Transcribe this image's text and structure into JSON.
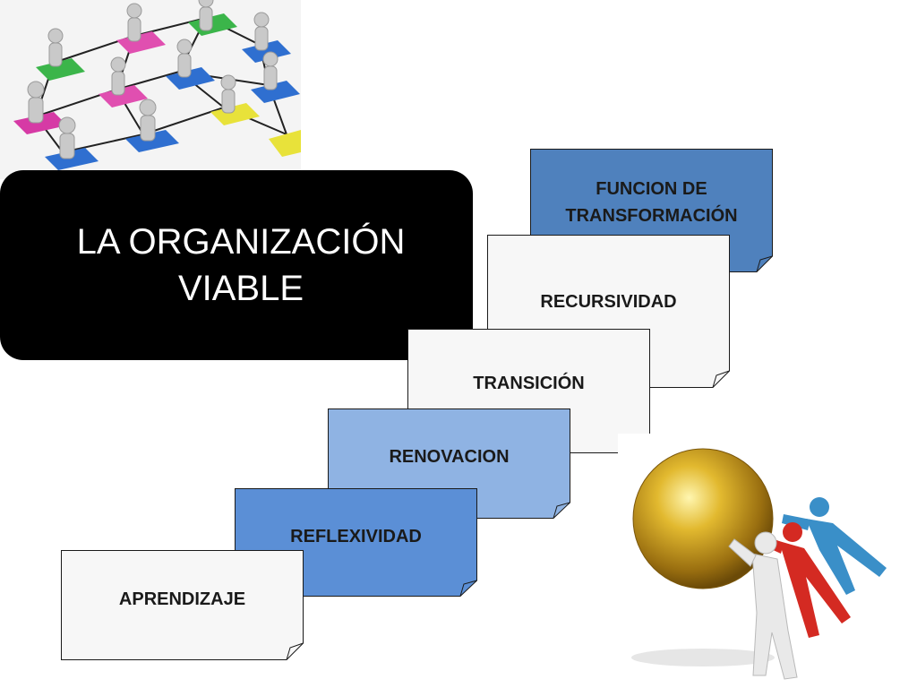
{
  "title": {
    "line1": "LA ORGANIZACIÓN",
    "line2": "VIABLE"
  },
  "steps": [
    {
      "id": "aprendizaje",
      "label": "APRENDIZAJE",
      "fill": "#f7f7f7"
    },
    {
      "id": "reflexividad",
      "label": "REFLEXIVIDAD",
      "fill": "#5b8fd6"
    },
    {
      "id": "renovacion",
      "label": "RENOVACION",
      "fill": "#8fb3e3"
    },
    {
      "id": "transicion",
      "label": "TRANSICIÓN",
      "fill": "#f7f7f7"
    },
    {
      "id": "recursividad",
      "label": "RECURSIVIDAD",
      "fill": "#f7f7f7"
    },
    {
      "id": "funcion",
      "label_line1": "FUNCION DE",
      "label_line2": "TRANSFORMACIÓN",
      "fill": "#4f81bd"
    }
  ],
  "images": {
    "network_people": "network-people-illustration",
    "sphere_team": "team-pushing-sphere-illustration"
  }
}
